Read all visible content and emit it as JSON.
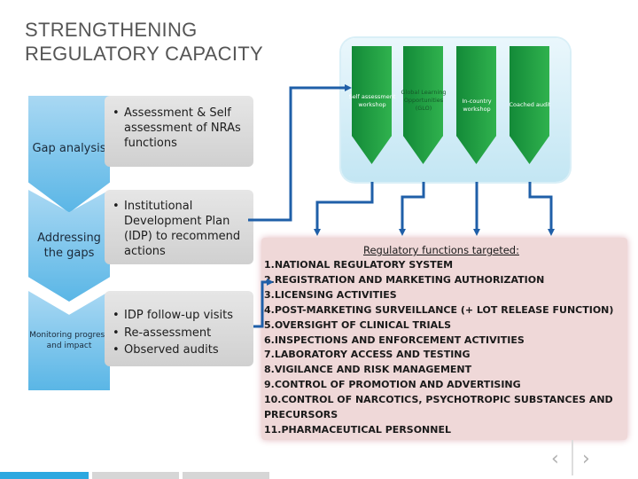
{
  "title": {
    "line1": "STRENGTHENING",
    "line2": "REGULATORY CAPACITY"
  },
  "stages": [
    {
      "label": "Gap analysis",
      "bullets": [
        "Assessment & Self assessment of NRAs functions"
      ]
    },
    {
      "label": "Addressing the gaps",
      "bullets": [
        "Institutional Development Plan (IDP) to recommend actions"
      ]
    },
    {
      "label": "Monitoring progress and impact",
      "bullets": [
        "IDP follow-up visits",
        "Re-assessment",
        "Observed audits"
      ]
    }
  ],
  "steps": [
    "Self assessment workshop",
    "Global Learning Opportunities (GLO)",
    "In-country workshop",
    "Coached audit"
  ],
  "regulatory": {
    "title": "Regulatory functions targeted:",
    "items": [
      "1.NATIONAL REGULATORY SYSTEM",
      "2.REGISTRATION AND MARKETING AUTHORIZATION",
      "3.LICENSING ACTIVITIES",
      "4.POST-MARKETING SURVEILLANCE  (+ LOT RELEASE FUNCTION)",
      "5.OVERSIGHT OF CLINICAL TRIALS",
      "6.INSPECTIONS AND ENFORCEMENT ACTIVITIES",
      "7.LABORATORY ACCESS AND TESTING",
      "8.VIGILANCE AND RISK MANAGEMENT",
      "9.CONTROL OF PROMOTION AND ADVERTISING",
      "10.CONTROL OF NARCOTICS, PSYCHOTROPIC SUBSTANCES AND",
      "PRECURSORS",
      "11.PHARMACEUTICAL PERSONNEL"
    ]
  },
  "nav": {
    "prev": "‹",
    "next": "›"
  },
  "icons": {
    "prev": "chevron-left-icon",
    "next": "chevron-right-icon"
  },
  "colors": {
    "stage_blue": "#5ab6e6",
    "step_green": "#30b24e",
    "arrow_blue": "#1f5fa8",
    "regulatory_panel": "#efd8d8",
    "accent_bar": "#2ca8e0"
  }
}
